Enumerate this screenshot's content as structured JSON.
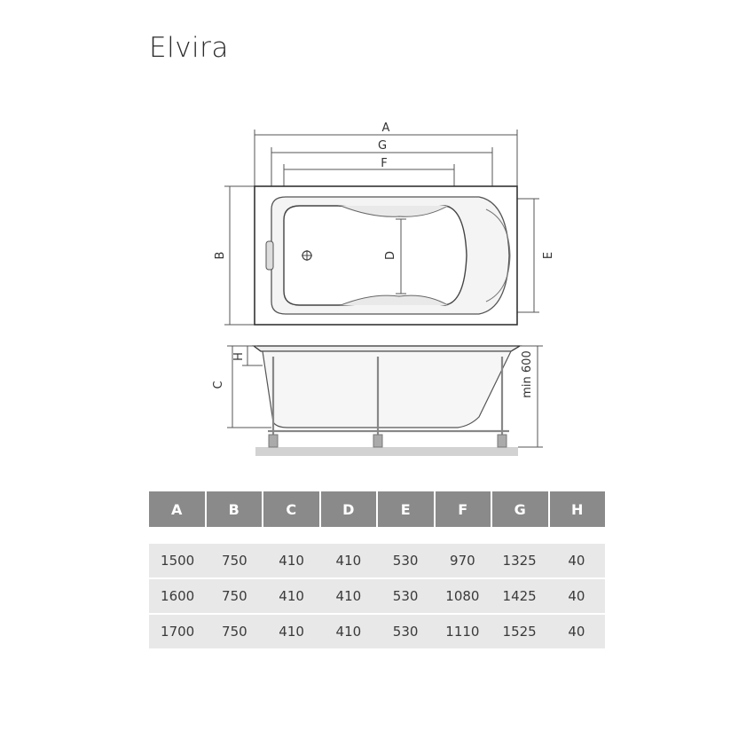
{
  "title": "Elvira",
  "drawing": {
    "top_labels": [
      "A",
      "G",
      "F"
    ],
    "side_labels": {
      "b": "B",
      "d": "D",
      "e": "E",
      "c": "C",
      "h": "H"
    },
    "min_label": "min 600"
  },
  "table": {
    "headers": [
      "A",
      "B",
      "C",
      "D",
      "E",
      "F",
      "G",
      "H"
    ],
    "rows": [
      [
        "1500",
        "750",
        "410",
        "410",
        "530",
        "970",
        "1325",
        "40"
      ],
      [
        "1600",
        "750",
        "410",
        "410",
        "530",
        "1080",
        "1425",
        "40"
      ],
      [
        "1700",
        "750",
        "410",
        "410",
        "530",
        "1110",
        "1525",
        "40"
      ]
    ]
  }
}
